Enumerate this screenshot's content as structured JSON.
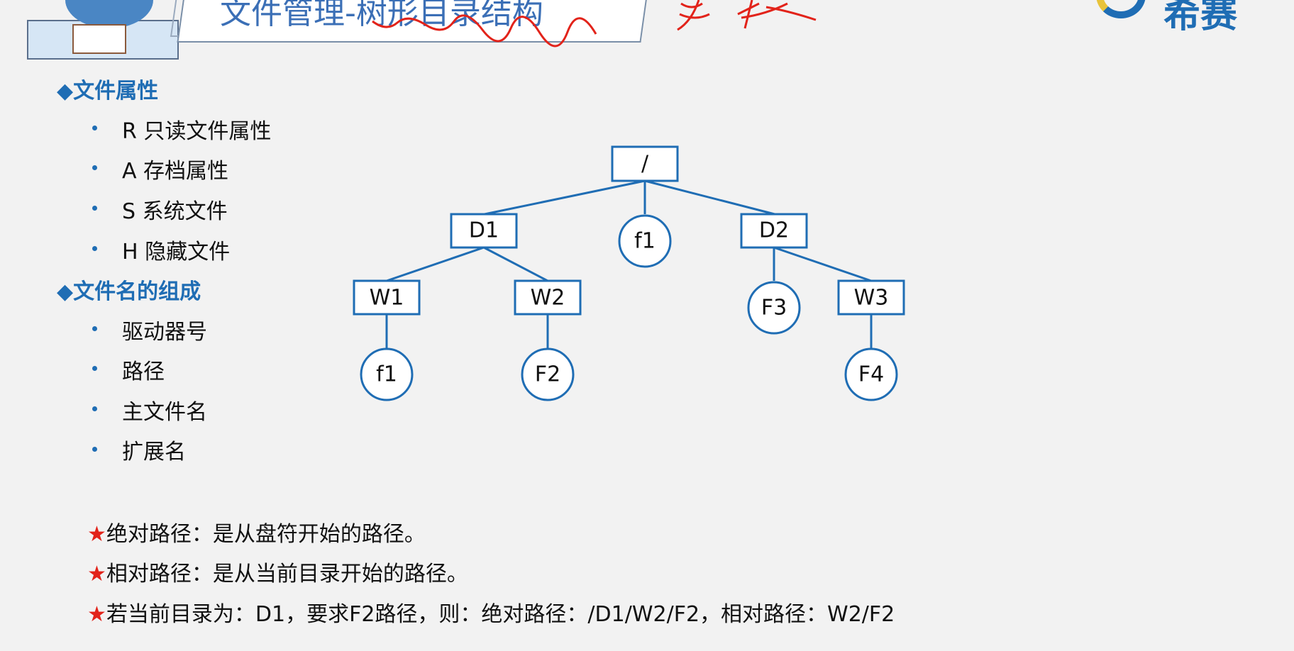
{
  "header": {
    "title": "文件管理-树形目录结构",
    "logo_text": "希赛"
  },
  "colors": {
    "accent": "#1f6db4",
    "star": "#e2231a",
    "annotation": "#e2231a"
  },
  "sections": [
    {
      "title": "◆文件属性",
      "items": [
        "R 只读文件属性",
        "A 存档属性",
        "S 系统文件",
        "H 隐藏文件"
      ]
    },
    {
      "title": "◆文件名的组成",
      "items": [
        "驱动器号",
        "路径",
        "主文件名",
        "扩展名"
      ]
    }
  ],
  "tree": {
    "root": "/",
    "level1": [
      "D1",
      "f1",
      "D2"
    ],
    "d1_children": [
      "W1",
      "W2"
    ],
    "d2_children": [
      "F3",
      "W3"
    ],
    "w1_child": "f1",
    "w2_child": "F2",
    "w3_child": "F4"
  },
  "notes": {
    "star": "★",
    "absolute": "绝对路径：是从盘符开始的路径。",
    "relative": "相对路径：是从当前目录开始的路径。",
    "example": "若当前目录为：D1，要求F2路径，则：绝对路径：/D1/W2/F2，相对路径：W2/F2"
  }
}
